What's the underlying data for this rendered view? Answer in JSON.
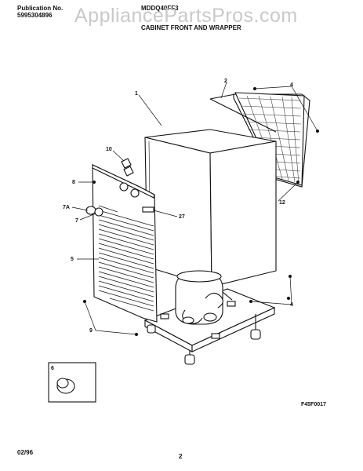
{
  "header": {
    "publication_label": "Publication No.",
    "publication_number": "5995304896",
    "model": "MDDQ40FF3",
    "section_title": "CABINET FRONT AND WRAPPER"
  },
  "watermark": "AppliancePartsPros.com",
  "callouts": {
    "c1": "1",
    "c2": "2",
    "c4": "4",
    "c10": "10",
    "c8": "8",
    "c7a": "7A",
    "c7": "7",
    "c27": "27",
    "c12": "12",
    "c5": "5",
    "c4b": "4",
    "c9": "9",
    "c6": "6"
  },
  "figure_id": "F45F0017",
  "footer": {
    "date": "02/96",
    "page": "2"
  }
}
